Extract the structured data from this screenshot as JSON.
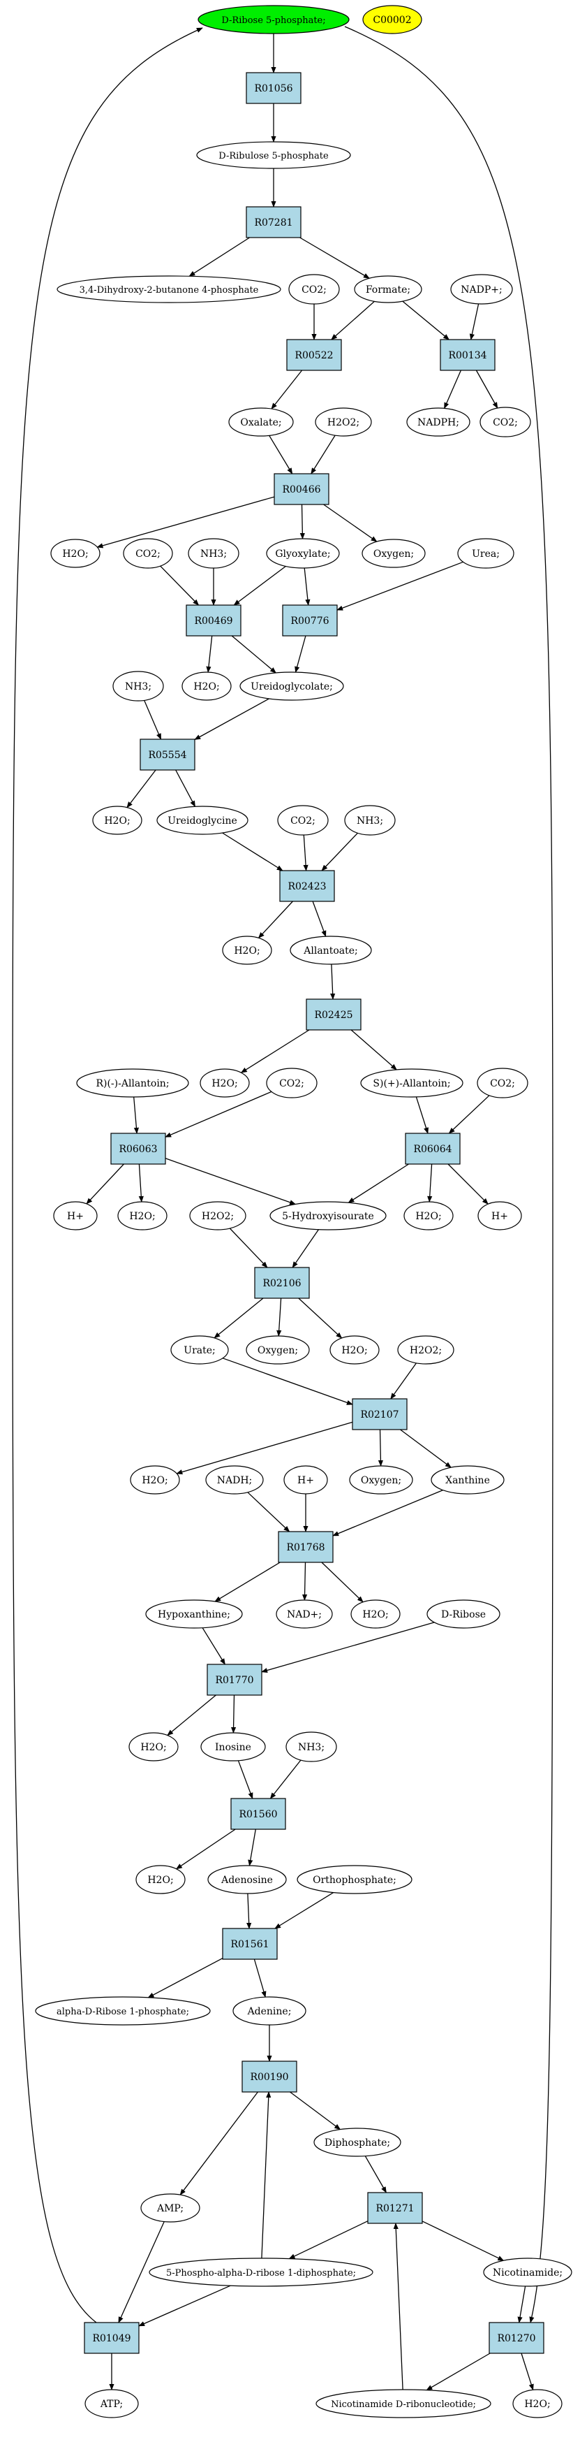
{
  "nodes": {
    "ribose5p_top": "D-Ribose 5-phosphate;",
    "c00002": "C00002",
    "r01056": "R01056",
    "ribulose5p": "D-Ribulose 5-phosphate",
    "r07281": "R07281",
    "dihydroxy": "3,4-Dihydroxy-2-butanone 4-phosphate",
    "co2_a": "CO2;",
    "formate": "Formate;",
    "nadp": "NADP+;",
    "r00522": "R00522",
    "r00134": "R00134",
    "nadph": "NADPH;",
    "co2_b": "CO2;",
    "oxalate": "Oxalate;",
    "h2o2_a": "H2O2;",
    "r00466": "R00466",
    "h2o_a": "H2O;",
    "co2_c": "CO2;",
    "nh3_a": "NH3;",
    "glyoxylate": "Glyoxylate;",
    "oxygen_a": "Oxygen;",
    "urea": "Urea;",
    "r00469": "R00469",
    "r00776": "R00776",
    "nh3_b": "NH3;",
    "h2o_b": "H2O;",
    "ureidoglycolate": "Ureidoglycolate;",
    "r05554": "R05554",
    "h2o_c": "H2O;",
    "ureidoglycine": "Ureidoglycine",
    "co2_d": "CO2;",
    "nh3_c": "NH3;",
    "r02423": "R02423",
    "h2o_d": "H2O;",
    "allantoate": "Allantoate;",
    "r02425": "R02425",
    "r_allantoin": "R)(-)-Allantoin;",
    "h2o_e": "H2O;",
    "co2_e": "CO2;",
    "s_allantoin": "S)(+)-Allantoin;",
    "co2_f": "CO2;",
    "r06063": "R06063",
    "r06064": "R06064",
    "hplus_a": "H+",
    "h2o_f": "H2O;",
    "h2o2_b": "H2O2;",
    "hydroxyisourate": "5-Hydroxyisourate",
    "h2o_g": "H2O;",
    "hplus_b": "H+",
    "r02106": "R02106",
    "urate": "Urate;",
    "oxygen_b": "Oxygen;",
    "h2o_h": "H2O;",
    "h2o2_c": "H2O2;",
    "r02107": "R02107",
    "h2o_i": "H2O;",
    "nadh": "NADH;",
    "hplus_c": "H+",
    "oxygen_c": "Oxygen;",
    "xanthine": "Xanthine",
    "r01768": "R01768",
    "hypoxanthine": "Hypoxanthine;",
    "nadplus": "NAD+;",
    "h2o_j": "H2O;",
    "d_ribose": "D-Ribose",
    "r01770": "R01770",
    "h2o_k": "H2O;",
    "inosine": "Inosine",
    "nh3_d": "NH3;",
    "r01560": "R01560",
    "h2o_l": "H2O;",
    "adenosine": "Adenosine",
    "orthophosphate": "Orthophosphate;",
    "r01561": "R01561",
    "alpha_ribose1p": "alpha-D-Ribose 1-phosphate;",
    "adenine": "Adenine;",
    "r00190": "R00190",
    "diphosphate": "Diphosphate;",
    "amp": "AMP;",
    "r01271": "R01271",
    "prpp": "5-Phospho-alpha-D-ribose 1-diphosphate;",
    "nicotinamide": "Nicotinamide;",
    "r01049": "R01049",
    "r01270": "R01270",
    "atp": "ATP;",
    "nmn": "Nicotinamide D-ribonucleotide;",
    "h2o_m": "H2O;"
  },
  "colors": {
    "reaction_fill": "#add8e6",
    "source_fill": "#00ee00",
    "highlight_fill": "#ffff00"
  }
}
